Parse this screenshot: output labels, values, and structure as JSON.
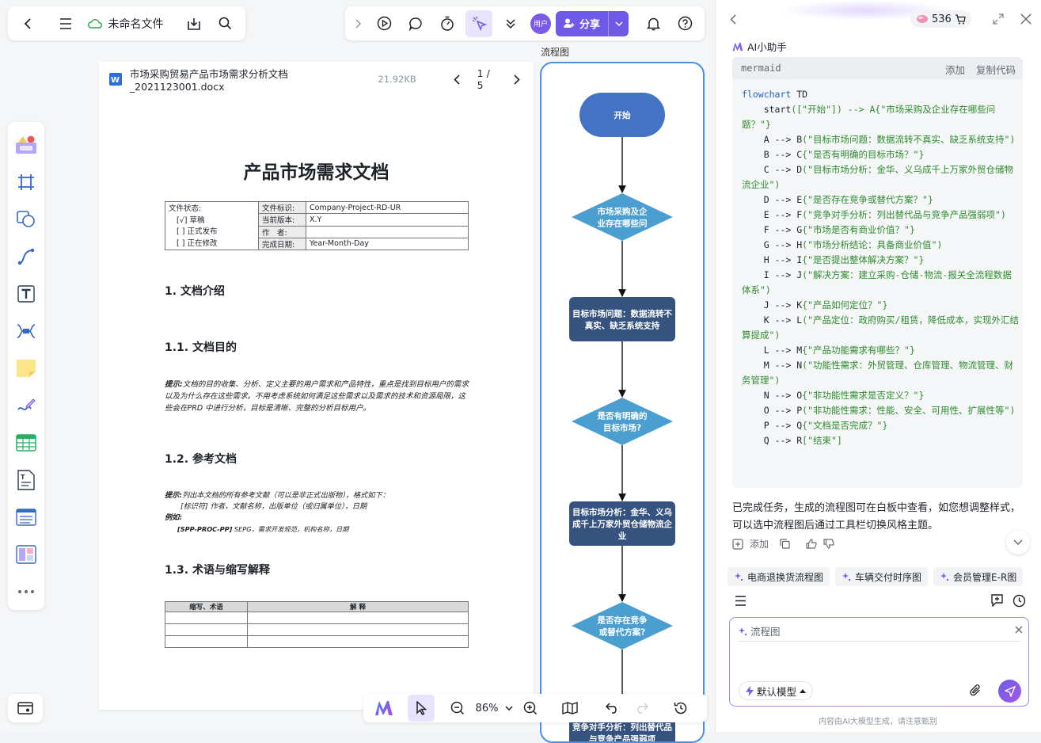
{
  "app": {
    "file_name": "未命名文件",
    "avatar_label": "用户",
    "share_label": "分享"
  },
  "document": {
    "file_name": "市场采购贸易产品市场需求分析文档_2021123001.docx",
    "file_size": "21.92KB",
    "page_indicator": "1 / 5",
    "title": "产品市场需求文档",
    "meta_table": {
      "status_label": "文件状态:",
      "status_options": [
        "[√] 草稿",
        "[ ] 正式发布",
        "[ ] 正在修改"
      ],
      "rows": [
        {
          "key": "文件标识:",
          "value": "Company-Project-RD-UR"
        },
        {
          "key": "当前版本:",
          "value": "X.Y"
        },
        {
          "key": "作　者:",
          "value": ""
        },
        {
          "key": "完成日期:",
          "value": "Year-Month-Day"
        }
      ]
    },
    "sections": {
      "s1": "1. 文档介绍",
      "s11": "1.1. 文档目的",
      "s11_note_label": "提示:",
      "s11_note": "文档的目的收集、分析、定义主要的用户需求和产品特性，重点是找到目标用户的需求以及为什么存在这些需求。不用考虑系统如何满足这些需求以及需求的技术和资源局限，这些会在PRD 中进行分析，目标是清晰、完整的分析目标用户。",
      "s12": "1.2. 参考文档",
      "s12_note_label": "提示:",
      "s12_note": "列出本文档的所有参考文献（可以是非正式出版物），格式如下：",
      "s12_format": "[标识符] 作者，文献名称，出版单位（或归属单位），日期",
      "s12_example_label": "例如:",
      "s12_example_id": "[SPP-PROC-PP]",
      "s12_example": " SEPG，需求开发规范，机构名称，日期",
      "s13": "1.3. 术语与缩写解释",
      "term_headers": [
        "缩写、术语",
        "解 释"
      ]
    }
  },
  "flowchart": {
    "label": "流程图",
    "nodes": [
      {
        "text": "开始",
        "shape": "start",
        "color": "#4472c4"
      },
      {
        "text": "市场采购及企\n业存在哪些问",
        "shape": "diamond",
        "color": "#4a9fd0"
      },
      {
        "text": "目标市场问题：数据流转不\n真实、缺乏系统支持",
        "shape": "rect",
        "color": "#35537e"
      },
      {
        "text": "是否有明确的\n目标市场?",
        "shape": "diamond",
        "color": "#4a9fd0"
      },
      {
        "text": "目标市场分析：金华、义乌\n成千上万家外贸仓储物流企\n业",
        "shape": "rect",
        "color": "#35537e"
      },
      {
        "text": "是否存在竞争\n或替代方案?",
        "shape": "diamond",
        "color": "#4a9fd0"
      },
      {
        "text": "竞争对手分析：列出替代品\n与竞争产品强弱项",
        "shape": "rect",
        "color": "#35537e"
      }
    ]
  },
  "bottombar": {
    "zoom": "86%"
  },
  "panel": {
    "credits": "536",
    "assistant_name": "AI小助手",
    "code_lang": "mermaid",
    "add_label": "添加",
    "copy_code_label": "复制代码",
    "code_lines": [
      {
        "t": "flowchart TD",
        "kw": true
      },
      {
        "t": "    start([\"开始\"]) --> A{\"市场采购及企业存在哪些问题？\"}"
      },
      {
        "t": "    A --> B(\"目标市场问题：数据流转不真实、缺乏系统支持\")"
      },
      {
        "t": "    B --> C{\"是否有明确的目标市场？\"}"
      },
      {
        "t": "    C --> D(\"目标市场分析：金华、义乌成千上万家外贸仓储物流企业\")"
      },
      {
        "t": "    D --> E{\"是否存在竞争或替代方案？\"}"
      },
      {
        "t": "    E --> F(\"竞争对手分析：列出替代品与竞争产品强弱项\")"
      },
      {
        "t": "    F --> G{\"市场是否有商业价值？\"}"
      },
      {
        "t": "    G --> H(\"市场分析结论：具备商业价值\")"
      },
      {
        "t": "    H --> I{\"是否提出整体解决方案？\"}"
      },
      {
        "t": "    I --> J(\"解决方案：建立采购-仓储-物流-报关全流程数据体系\")"
      },
      {
        "t": "    J --> K{\"产品如何定位？\"}"
      },
      {
        "t": "    K --> L(\"产品定位：政府购买/租赁，降低成本，实现外汇结算提成\")"
      },
      {
        "t": "    L --> M{\"产品功能需求有哪些？\"}"
      },
      {
        "t": "    M --> N(\"功能性需求：外贸管理、仓库管理、物流管理、财务管理\")"
      },
      {
        "t": "    N --> O{\"非功能性需求是否定义？\"}"
      },
      {
        "t": "    O --> P(\"非功能性需求：性能、安全、可用性、扩展性等\")"
      },
      {
        "t": "    P --> Q{\"文档是否完成？\"}"
      },
      {
        "t": "    Q --> R[\"结束\"]"
      }
    ],
    "reply": "已完成任务，生成的流程图可在白板中查看，如您想调整样式，可以选中流程图后通过工具栏切换风格主题。",
    "reply_add_label": "添加",
    "suggestions": [
      "电商退换货流程图",
      "车辆交付时序图",
      "会员管理E-R图"
    ],
    "input_tag": "流程图",
    "model_label": "默认模型",
    "disclaimer": "内容由AI大模型生成，请注意甄别"
  }
}
